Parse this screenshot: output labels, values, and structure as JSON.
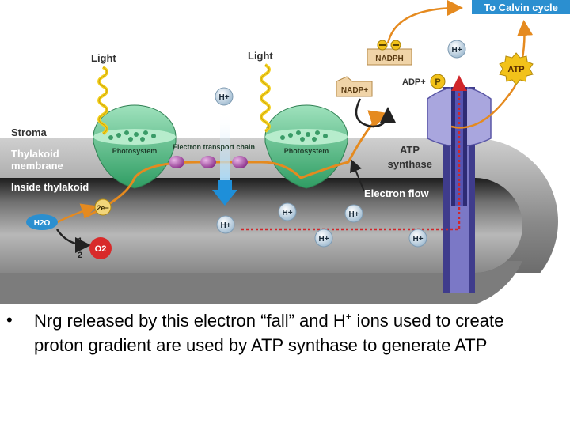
{
  "diagram": {
    "to_calvin_cycle": "To Calvin cycle",
    "light_left": "Light",
    "light_right": "Light",
    "stroma": "Stroma",
    "thylakoid_membrane_line1": "Thylakoid",
    "thylakoid_membrane_line2": "membrane",
    "inside_thylakoid": "Inside thylakoid",
    "photosystem_left": "Photosystem",
    "photosystem_right": "Photosystem",
    "electron_transport_chain": "Electron transport chain",
    "atp_synthase_line1": "ATP",
    "atp_synthase_line2": "synthase",
    "electron_flow": "Electron flow",
    "nadph": "NADPH",
    "nadp_plus": "NADP+",
    "adp_plus": "ADP+",
    "phosphate": "P",
    "atp": "ATP",
    "h_plus": "H+",
    "h2o": "H2O",
    "two_e": "2e−",
    "o2": "O2",
    "half_num": "1",
    "half_den": "2"
  },
  "bullet": {
    "symbol": "•",
    "text_before": "Nrg released by this electron “fall” and H",
    "superscript": "+",
    "text_after": " ions used to create proton gradient are used by ATP synthase to generate ATP"
  },
  "colors": {
    "membrane_gray": "#6e6e6e",
    "photosystem_green": "#5fc792",
    "atp_synthase_purple": "#3f3c8c",
    "electron_line_orange": "#e58a1f",
    "proton_path_red": "#d0262a",
    "calvin_box_blue": "#2b8fd0",
    "atp_yellow": "#f2c21a",
    "o2_red": "#d82a2a"
  }
}
